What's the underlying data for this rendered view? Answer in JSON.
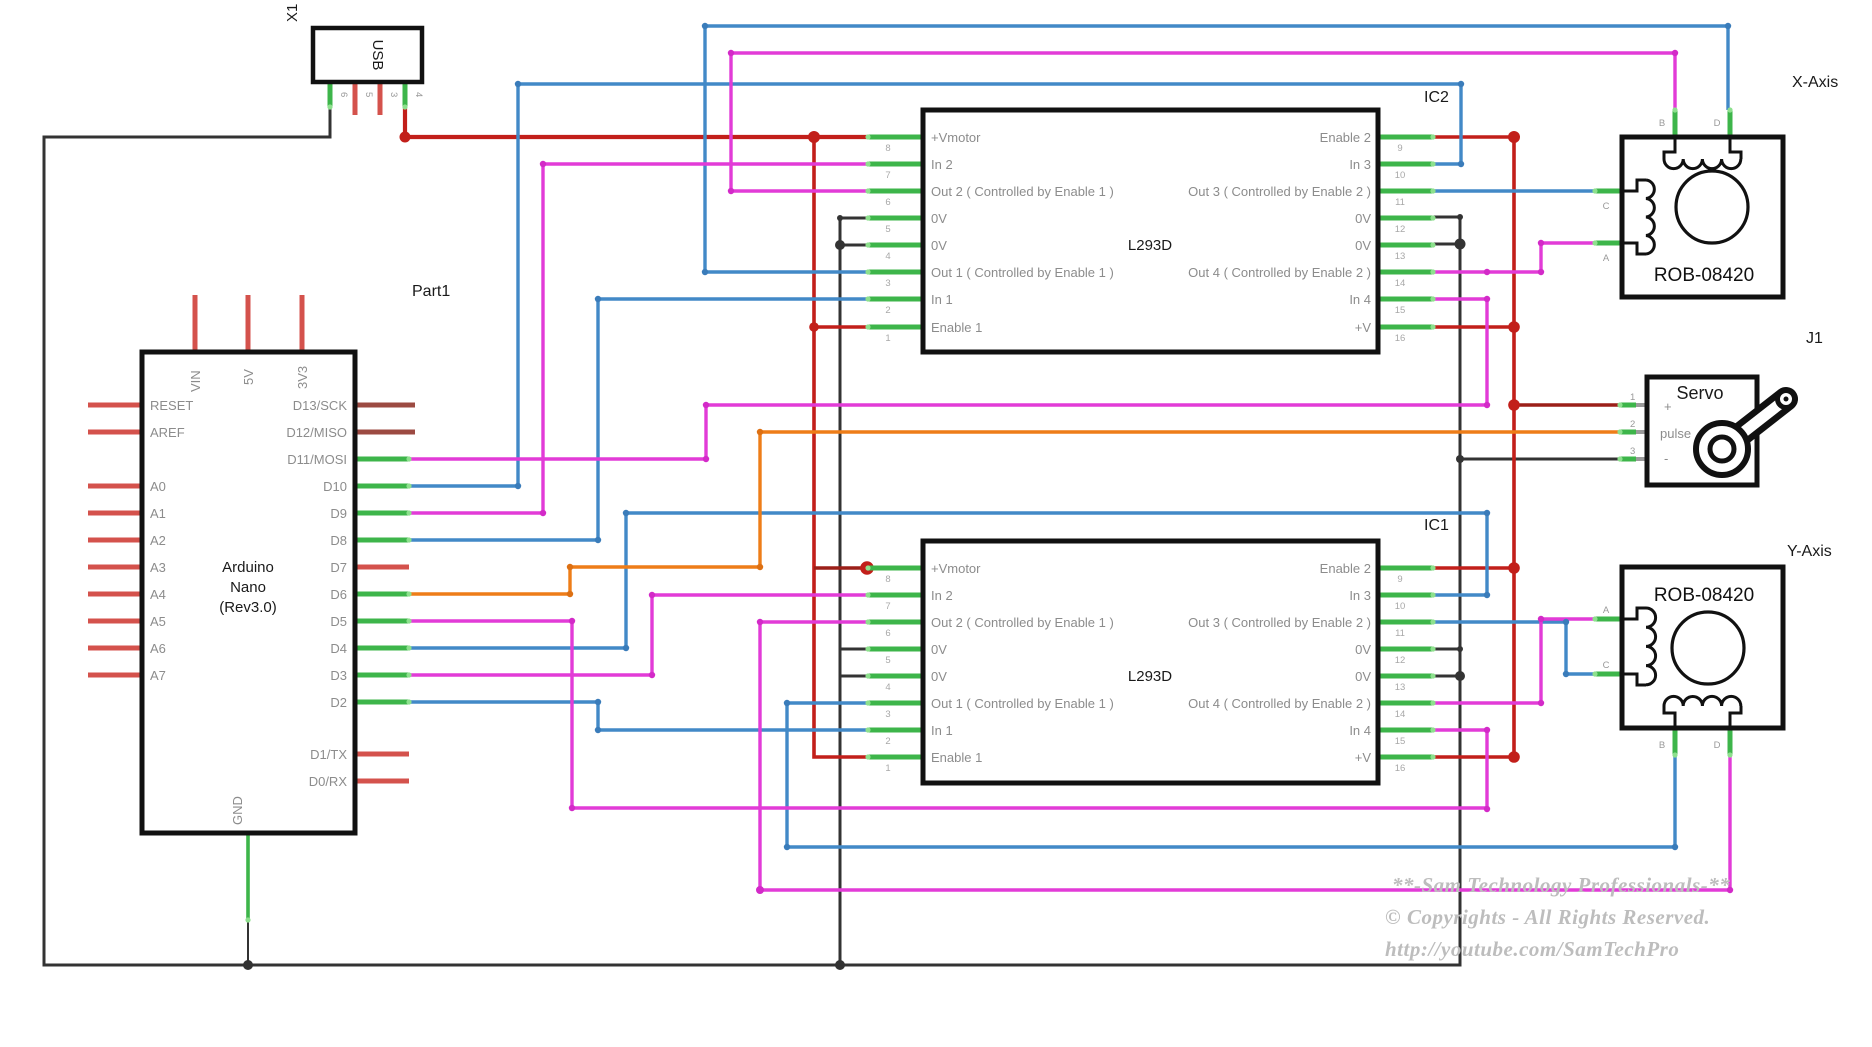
{
  "usb": {
    "ref": "X1",
    "label": "USB",
    "pins": [
      "6",
      "5",
      "3",
      "4"
    ]
  },
  "arduino": {
    "ref": "Part1",
    "title1": "Arduino",
    "title2": "Nano",
    "title3": "(Rev3.0)",
    "top_pins": [
      "VIN",
      "5V",
      "3V3"
    ],
    "bottom_pin": "GND",
    "left_pins": [
      "RESET",
      "AREF",
      "A0",
      "A1",
      "A2",
      "A3",
      "A4",
      "A5",
      "A6",
      "A7"
    ],
    "right_pins": [
      "D13/SCK",
      "D12/MISO",
      "D11/MOSI",
      "D10",
      "D9",
      "D8",
      "D7",
      "D6",
      "D5",
      "D4",
      "D3",
      "D2"
    ],
    "serial_pins": [
      "D1/TX",
      "D0/RX"
    ]
  },
  "l293d": {
    "left": [
      {
        "num": "8",
        "label": "+Vmotor"
      },
      {
        "num": "7",
        "label": "In 2"
      },
      {
        "num": "6",
        "label": "Out 2 ( Controlled by Enable 1 )"
      },
      {
        "num": "5",
        "label": "0V"
      },
      {
        "num": "4",
        "label": "0V"
      },
      {
        "num": "3",
        "label": "Out 1 ( Controlled by Enable 1 )"
      },
      {
        "num": "2",
        "label": "In 1"
      },
      {
        "num": "1",
        "label": "Enable 1"
      }
    ],
    "right": [
      {
        "num": "9",
        "label": "Enable 2"
      },
      {
        "num": "10",
        "label": "In 3"
      },
      {
        "num": "11",
        "label": "Out 3 ( Controlled by Enable 2 )"
      },
      {
        "num": "12",
        "label": "0V"
      },
      {
        "num": "13",
        "label": "0V"
      },
      {
        "num": "14",
        "label": "Out 4 ( Controlled by Enable 2 )"
      },
      {
        "num": "15",
        "label": "In 4"
      },
      {
        "num": "16",
        "label": "+V"
      }
    ]
  },
  "ic2": {
    "ref": "IC2",
    "name": "L293D"
  },
  "ic1": {
    "ref": "IC1",
    "name": "L293D"
  },
  "stepper_x": {
    "ref": "X-Axis",
    "name": "ROB-08420",
    "pins_top": [
      "B",
      "D"
    ],
    "pins_left": [
      "C",
      "A"
    ]
  },
  "stepper_y": {
    "ref": "Y-Axis",
    "name": "ROB-08420",
    "pins_left": [
      "A",
      "C"
    ],
    "pins_bottom": [
      "B",
      "D"
    ]
  },
  "servo": {
    "ref": "J1",
    "name": "Servo",
    "pins": [
      {
        "num": "1",
        "label": "+"
      },
      {
        "num": "2",
        "label": "pulse"
      },
      {
        "num": "3",
        "label": "-"
      }
    ]
  },
  "watermark": {
    "line1": "**-Sam Technology Professionals-**",
    "line2": "© Copyrights - All Rights Reserved.",
    "line3": "http://youtube.com/SamTechPro"
  },
  "colors": {
    "wire_red": "#c21f1a",
    "wire_blue": "#4289c7",
    "wire_magenta": "#e23bd7",
    "wire_orange": "#ee7d18",
    "wire_black": "#333333",
    "wire_green": "#3db54a",
    "stub_red": "#d4524c",
    "stub_brown": "#9c4a42"
  }
}
